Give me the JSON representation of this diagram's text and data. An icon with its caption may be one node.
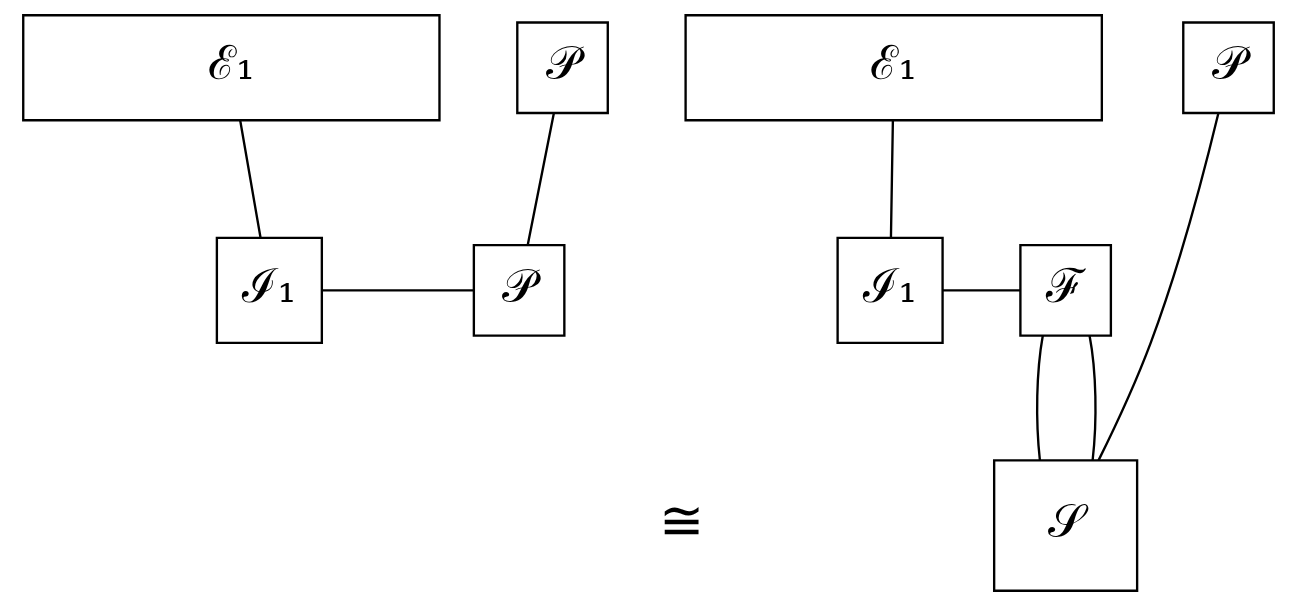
{
  "diagram": {
    "nodes": [
      {
        "text": [
          "ℰ₁"
        ]
      },
      {
        "text": [
          "𝒫"
        ]
      },
      {
        "text": [
          "ℐ₁"
        ]
      },
      {
        "text": [
          "𝒫"
        ]
      },
      {
        "text": [
          "ℰ₁"
        ]
      },
      {
        "text": [
          "𝒫"
        ]
      },
      {
        "text": [
          "𝒮"
        ]
      },
      {
        "text": [
          "ℐ₁"
        ]
      },
      {
        "text": [
          "ℱ"
        ]
      }
    ],
    "edges": [
      {
        "from": 0,
        "to": 2,
        "arrow": "none"
      },
      {
        "from": 2,
        "to": 3,
        "arrow": "none"
      },
      {
        "from": 3,
        "to": 1,
        "arrow": "none"
      },
      {
        "from": 4,
        "to": 7,
        "arrow": "none"
      },
      {
        "from": 7,
        "to": 8,
        "arrow": "none"
      },
      {
        "from": 8,
        "to": 6,
        "arrow": "none"
      },
      {
        "from": 8,
        "to": 6,
        "arrow": "none"
      },
      {
        "from": 6,
        "to": 5,
        "arrow": "none"
      }
    ],
    "labels": [
      "≅"
    ]
  }
}
